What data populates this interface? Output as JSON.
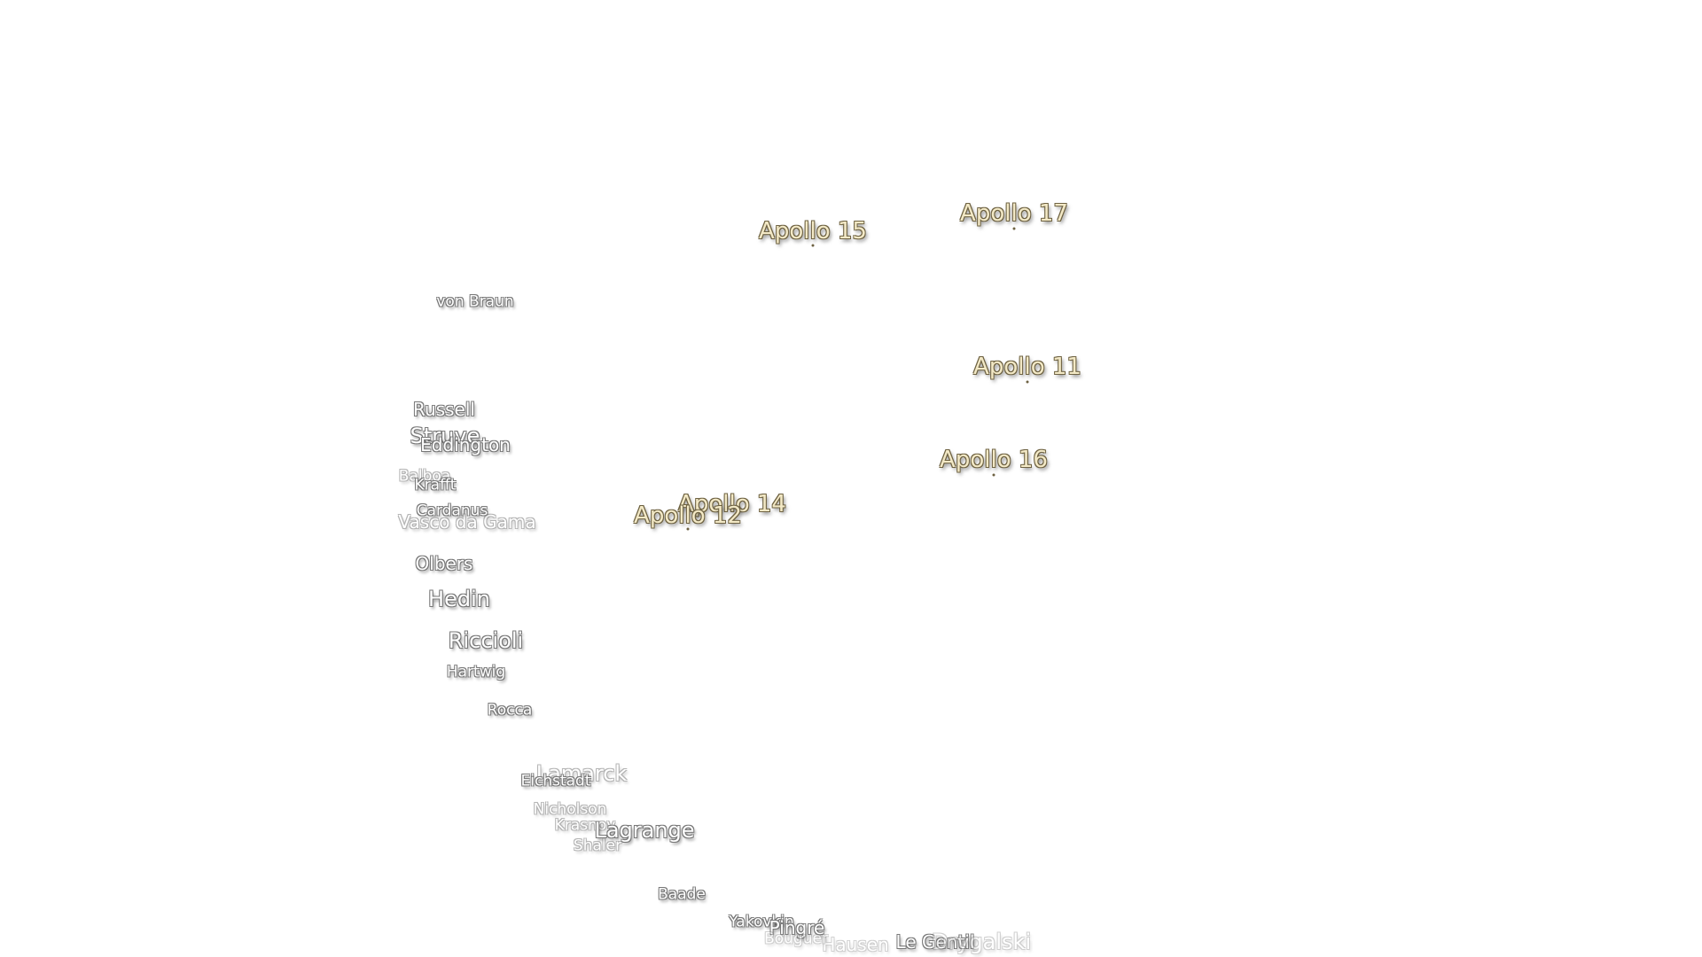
{
  "apollo_sites": [
    {
      "id": "apollo-15",
      "name": "Apollo 15"
    },
    {
      "id": "apollo-17",
      "name": "Apollo 17"
    },
    {
      "id": "apollo-11",
      "name": "Apollo 11"
    },
    {
      "id": "apollo-16",
      "name": "Apollo 16"
    },
    {
      "id": "apollo-14",
      "name": "Apollo 14"
    },
    {
      "id": "apollo-12",
      "name": "Apollo 12"
    }
  ],
  "craters": [
    {
      "id": "von-braun",
      "name": "von Braun"
    },
    {
      "id": "russell",
      "name": "Russell"
    },
    {
      "id": "struve",
      "name": "Struve"
    },
    {
      "id": "eddington",
      "name": "Eddington"
    },
    {
      "id": "balboa",
      "name": "Balboa"
    },
    {
      "id": "krafft",
      "name": "Krafft"
    },
    {
      "id": "cardanus",
      "name": "Cardanus"
    },
    {
      "id": "vasco-da-gama",
      "name": "Vasco da Gama"
    },
    {
      "id": "olbers",
      "name": "Olbers"
    },
    {
      "id": "hedin",
      "name": "Hedin"
    },
    {
      "id": "riccioli",
      "name": "Riccioli"
    },
    {
      "id": "hartwig",
      "name": "Hartwig"
    },
    {
      "id": "rocca",
      "name": "Rocca"
    },
    {
      "id": "lamarck",
      "name": "Lamarck"
    },
    {
      "id": "eichstadt",
      "name": "Eichstadt"
    },
    {
      "id": "nicholson",
      "name": "Nicholson"
    },
    {
      "id": "krasnov",
      "name": "Krasnov"
    },
    {
      "id": "lagrange",
      "name": "Lagrange"
    },
    {
      "id": "shaler",
      "name": "Shaler"
    },
    {
      "id": "baade",
      "name": "Baade"
    },
    {
      "id": "yakovkin",
      "name": "Yakovkin"
    },
    {
      "id": "pingre",
      "name": "Pingré"
    },
    {
      "id": "hausen",
      "name": "Hausen"
    },
    {
      "id": "le-gentil",
      "name": "Le Gentil"
    },
    {
      "id": "bouguer",
      "name": "Bouguer"
    },
    {
      "id": "drygalski",
      "name": "Drygalski"
    }
  ]
}
